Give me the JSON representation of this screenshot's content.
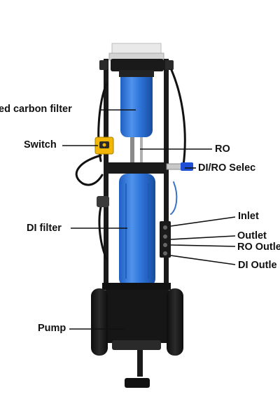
{
  "labels": {
    "carbon_filter": "ed carbon filter",
    "switch": "Switch",
    "ro": "RO",
    "di_ro_selector": "DI/RO Selec",
    "inlet": "Inlet",
    "di_filter": "DI filter",
    "outlet": "Outlet",
    "ro_outlet": "RO Outle",
    "di_outlet": "DI Outle",
    "pump": "Pump"
  },
  "colors": {
    "filter_blue": "#2a6fd4",
    "filter_blue_light": "#5b9cf0",
    "frame_black": "#1a1a1a",
    "switch_yellow": "#f2b705",
    "valve_blue": "#1e4fd6"
  }
}
